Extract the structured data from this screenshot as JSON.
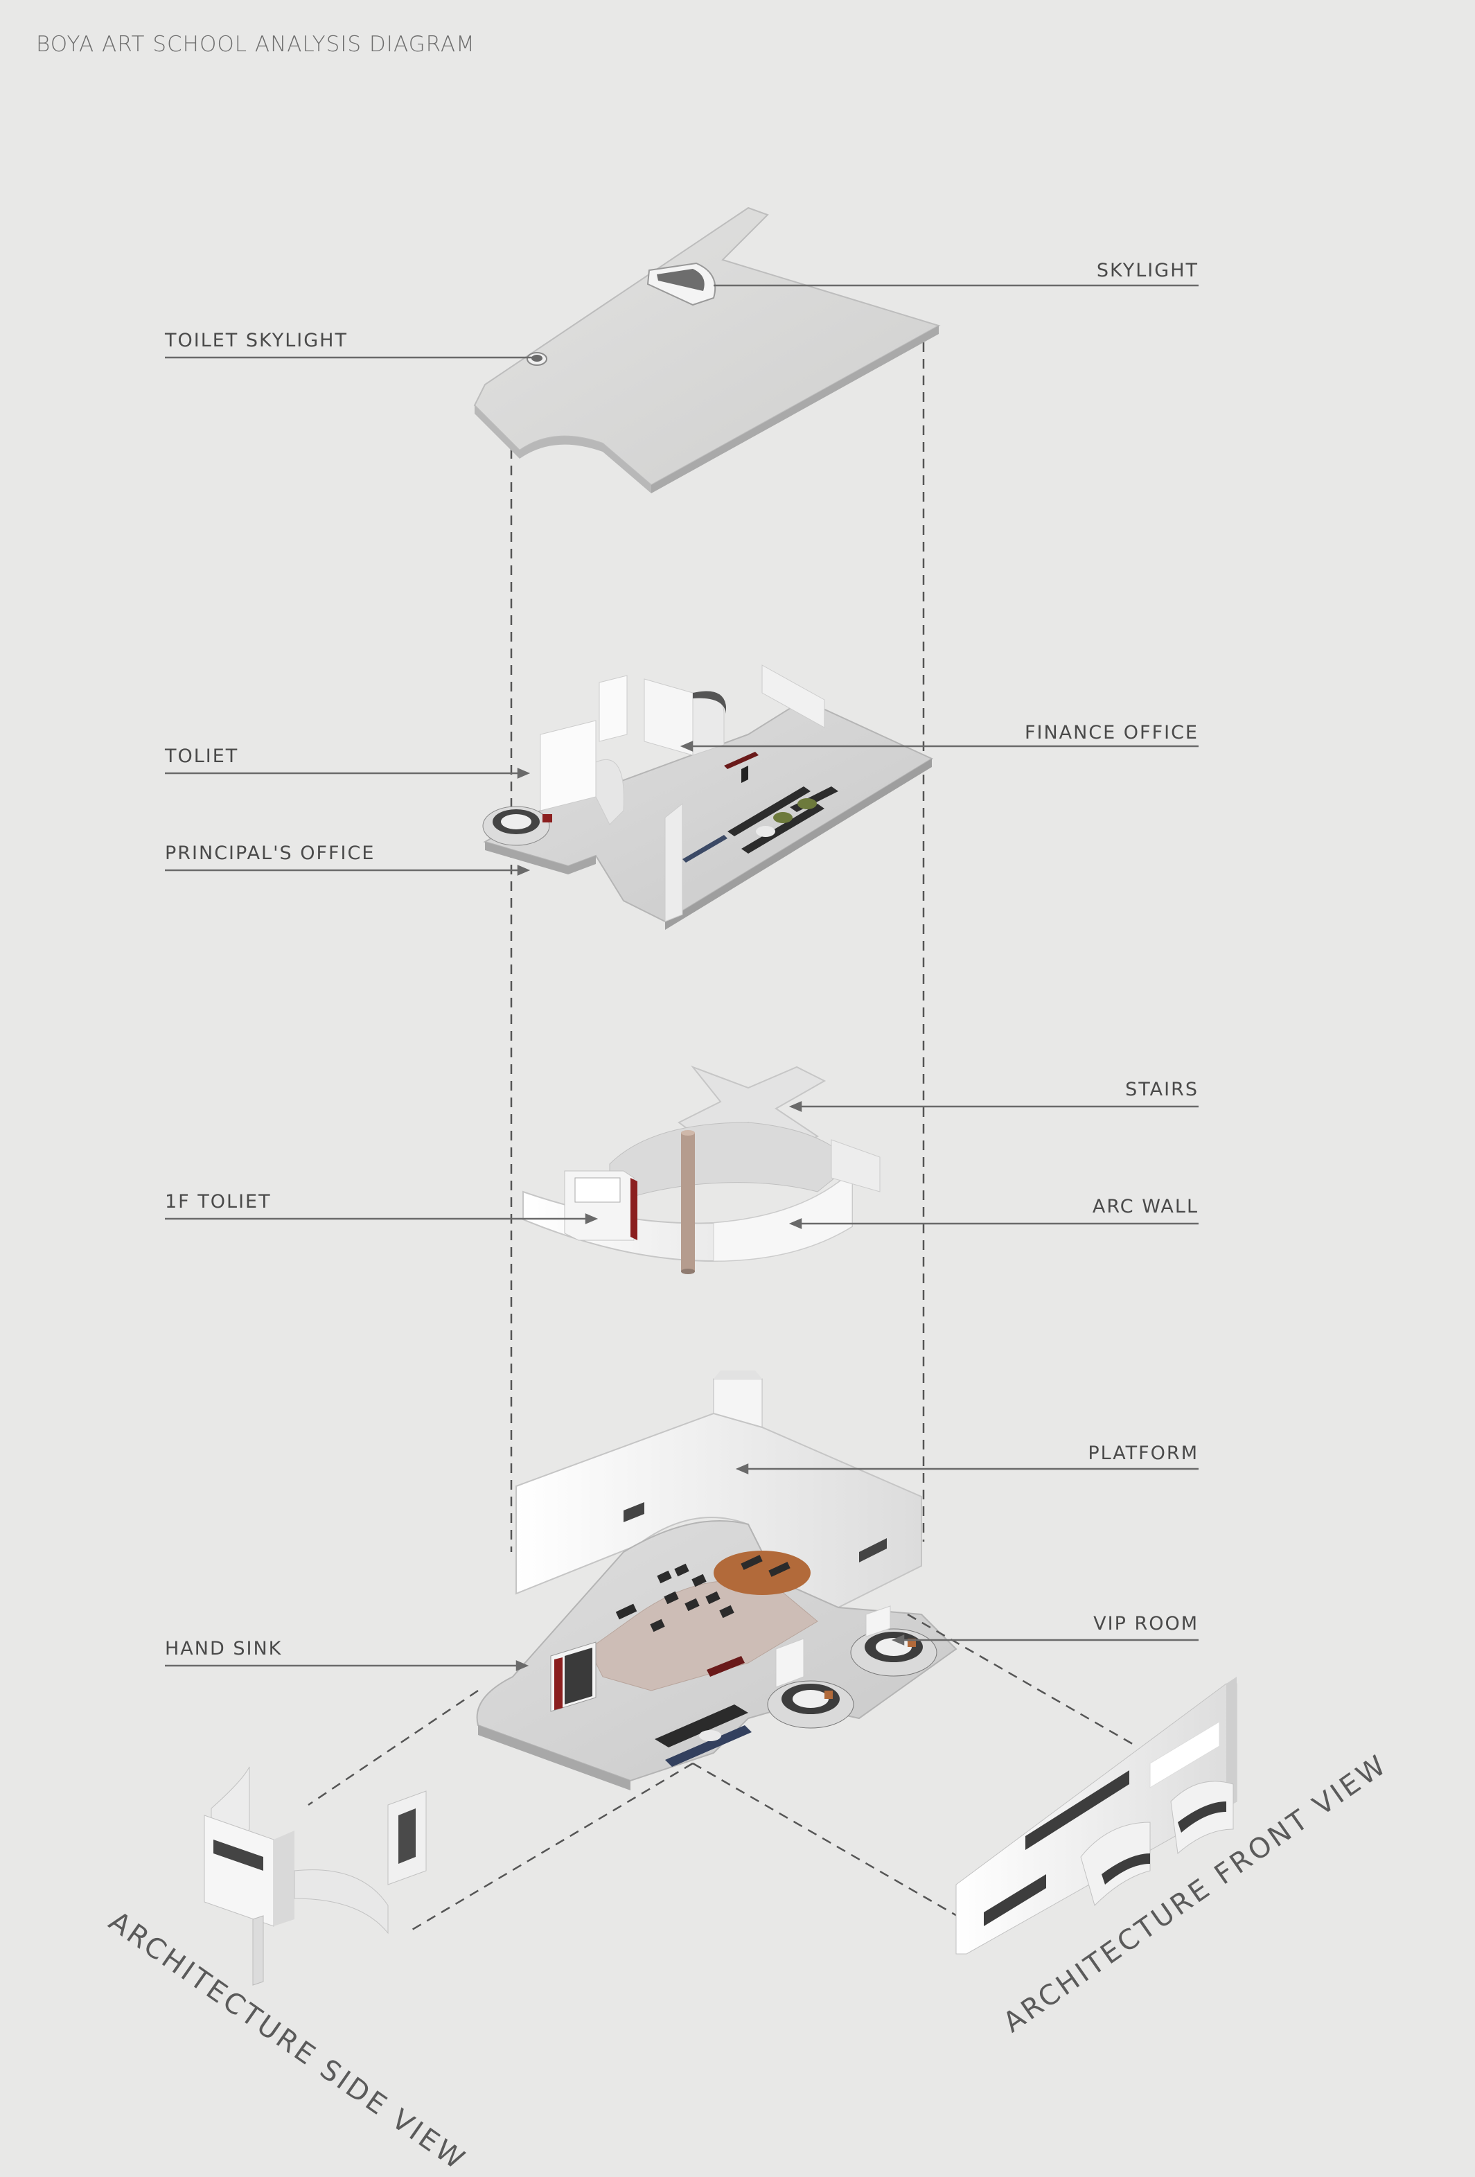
{
  "title": "BOYA ART SCHOOL ANALYSIS DIAGRAM",
  "labels": {
    "skylight": "SKYLIGHT",
    "toilet_skylight": "TOILET SKYLIGHT",
    "finance_office": "FINANCE OFFICE",
    "toilet_2f": "TOLIET",
    "principals_office": "PRINCIPAL'S OFFICE",
    "stairs": "STAIRS",
    "toilet_1f": "1F TOLIET",
    "arc_wall": "ARC WALL",
    "platform": "PLATFORM",
    "vip_room": "VIP ROOM",
    "hand_sink": "HAND SINK"
  },
  "views": {
    "side": "ARCHITECTURE SIDE VIEW",
    "front": "ARCHITECTURE FRONT VIEW"
  },
  "colors": {
    "background": "#e8e8e7",
    "leader_line": "#6a6a6a",
    "floor_slab": "#d9d9d9",
    "wall": "#f7f7f7",
    "accent_floor": "#b26a3a",
    "dark_furniture": "#2b2b2b",
    "red_accent": "#8b1f1f"
  }
}
